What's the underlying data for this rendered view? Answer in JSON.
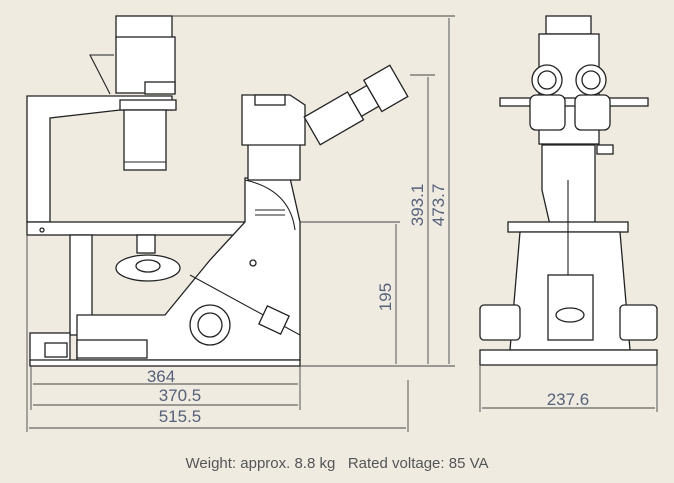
{
  "dimensions": {
    "side_height_total": "473.7",
    "side_height_eyepiece": "393.1",
    "side_height_stage": "195",
    "side_width_base": "364",
    "side_width_stage": "370.5",
    "side_width_total": "515.5",
    "front_width": "237.6"
  },
  "caption": "Weight: approx. 8.8 kg   Rated voltage: 85 VA"
}
